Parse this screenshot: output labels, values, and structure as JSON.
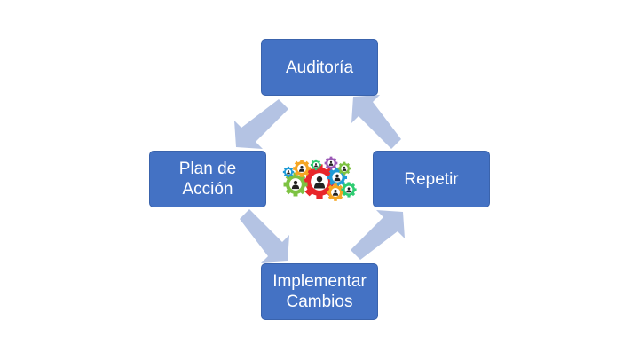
{
  "diagram": {
    "nodes": [
      {
        "id": "auditoria",
        "lines": [
          "Auditoría"
        ]
      },
      {
        "id": "plan",
        "lines": [
          "Plan de",
          "Acción"
        ]
      },
      {
        "id": "implementar",
        "lines": [
          "Implementar",
          "Cambios"
        ]
      },
      {
        "id": "repetir",
        "lines": [
          "Repetir"
        ]
      }
    ],
    "edges": [
      {
        "from": "auditoria",
        "to": "plan"
      },
      {
        "from": "plan",
        "to": "implementar"
      },
      {
        "from": "implementar",
        "to": "repetir"
      },
      {
        "from": "repetir",
        "to": "auditoria"
      }
    ],
    "center_icon": "gears-people-icon"
  },
  "colors": {
    "box_fill": "#4472c4",
    "box_text": "#ffffff",
    "arrow": "#b4c3e3",
    "gear_colors": [
      "#e8262b",
      "#7dc242",
      "#f5a623",
      "#1f9bd7",
      "#9b59b6",
      "#2ecc71"
    ]
  }
}
